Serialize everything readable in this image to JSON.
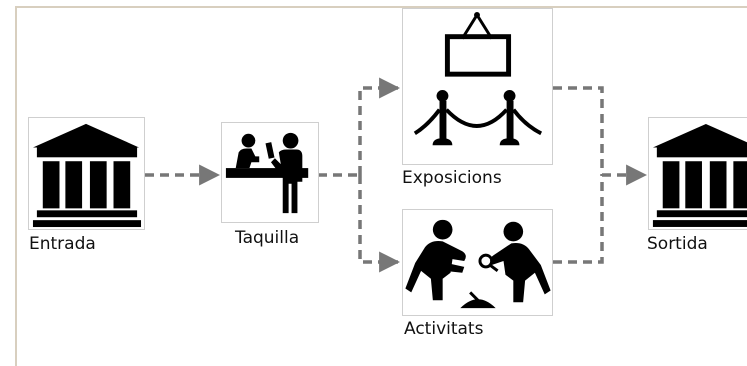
{
  "nodes": {
    "entrada": {
      "label": "Entrada",
      "icon": "museum-building-icon"
    },
    "taquilla": {
      "label": "Taquilla",
      "icon": "ticket-counter-icon"
    },
    "exposicions": {
      "label": "Exposicions",
      "icon": "exhibition-painting-icon"
    },
    "activitats": {
      "label": "Activitats",
      "icon": "activity-explorers-icon"
    },
    "sortida": {
      "label": "Sortida",
      "icon": "museum-building-icon"
    }
  },
  "colors": {
    "connector": "#777777",
    "icon": "#000000",
    "frame": "#d8cfbf"
  }
}
